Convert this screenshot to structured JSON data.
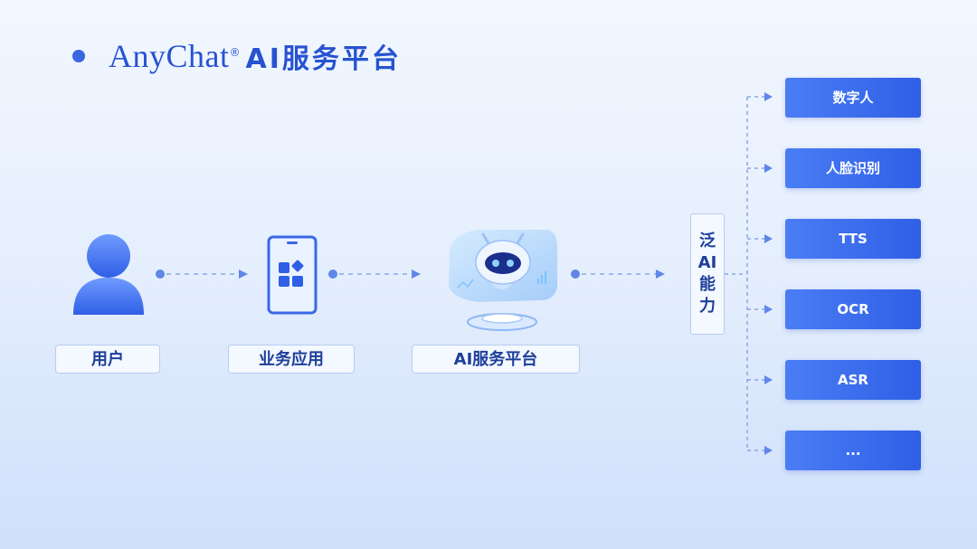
{
  "header": {
    "brand": "AnyChat",
    "reg_mark": "®",
    "title_rest": "AI服务平台"
  },
  "flow": {
    "user_label": "用户",
    "app_label": "业务应用",
    "platform_label": "AI服务平台"
  },
  "capability": {
    "chars": [
      "泛",
      "AI",
      "能",
      "力"
    ]
  },
  "services": [
    "数字人",
    "人脸识别",
    "TTS",
    "OCR",
    "ASR",
    "..."
  ],
  "colors": {
    "accent": "#2f5fe6",
    "brand": "#2753d0",
    "label_text": "#1d3f9a",
    "label_border": "#b8ccf2"
  }
}
